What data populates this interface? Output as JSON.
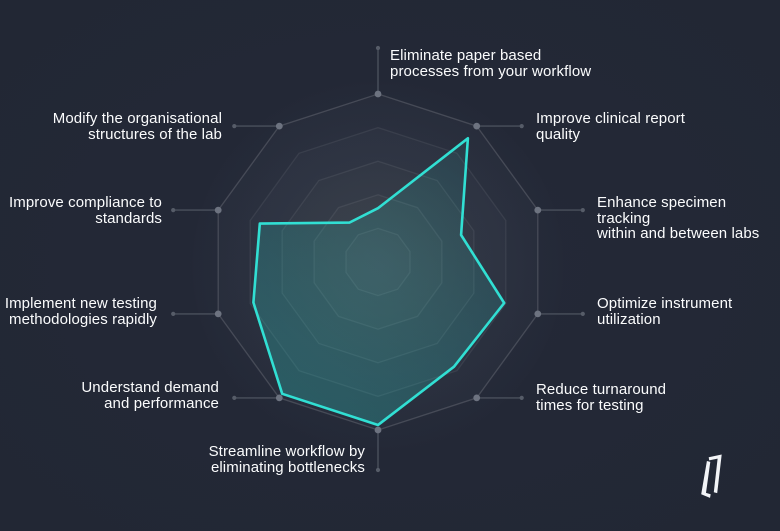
{
  "colors": {
    "background": "#222734",
    "accent": "#31dfd3",
    "accent_fill_start": "rgba(49,223,211,0.05)",
    "accent_fill_end": "rgba(49,223,211,0.27)",
    "ring_stroke": "rgba(255,255,255,0.07)",
    "ring_stroke_outer": "rgba(255,255,255,0.15)",
    "ring_fill": "rgba(255,255,255,0.015)",
    "connector": "#4a505c",
    "vertex_dot": "#6d7380",
    "end_dot": "#565c68",
    "label_text": "#fbfcfd",
    "logo": "#f2f4f7"
  },
  "chart_data": {
    "type": "radar",
    "title": "",
    "categories": [
      "Eliminate paper based\nprocesses from your workflow",
      "Improve clinical report\nquality",
      "Enhance specimen tracking\nwithin and between labs",
      "Optimize instrument\nutilization",
      "Reduce turnaround\ntimes for testing",
      "Streamline workflow by\neliminating bottlenecks",
      "Understand demand\nand performance",
      "Implement new testing\nmethodologies rapidly",
      "Improve compliance to\nstandards",
      "Modify the organisational\nstructures of the lab"
    ],
    "values": [
      0.32,
      0.91,
      0.52,
      0.79,
      0.77,
      0.97,
      0.97,
      0.78,
      0.74,
      0.29
    ],
    "value_max": 1,
    "grid": {
      "shape": "decagon",
      "sides": 10,
      "rings": [
        0.2,
        0.4,
        0.6,
        0.8,
        1.0
      ],
      "spokes": false
    },
    "legend": null
  }
}
